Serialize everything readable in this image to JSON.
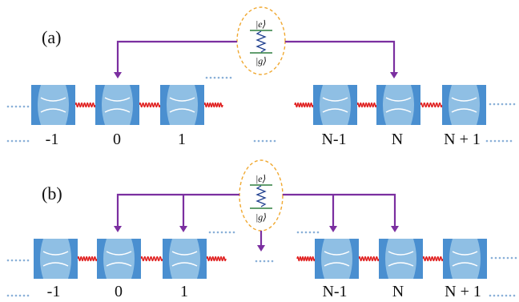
{
  "panels": [
    {
      "label": "(a)",
      "atom": {
        "excited": "|e⟩",
        "ground": "|g⟩"
      },
      "indices": [
        "-1",
        "0",
        "1",
        "N-1",
        "N",
        "N + 1"
      ]
    },
    {
      "label": "(b)",
      "atom": {
        "excited": "|e⟩",
        "ground": "|g⟩"
      },
      "indices": [
        "-1",
        "0",
        "1",
        "N-1",
        "N",
        "N + 1"
      ]
    }
  ],
  "colors": {
    "cavity_body": "#8fbfe4",
    "mirror": "#4a8fd0",
    "spring": "#e02020",
    "connector": "#7b2fa0",
    "dots": "#8ab0d8",
    "atom_outline": "#f0a830",
    "atom_level": "#2f7f3f",
    "atom_wave": "#1f3f8f"
  }
}
